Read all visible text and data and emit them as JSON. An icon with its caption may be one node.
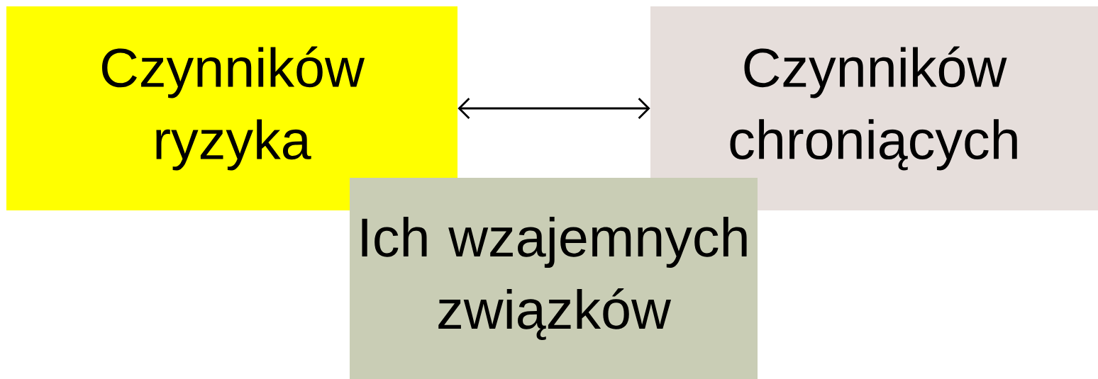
{
  "diagram": {
    "nodes": [
      {
        "text": [
          "Czynników ryzyka"
        ]
      },
      {
        "text": [
          "Czynników chroniących"
        ]
      },
      {
        "text": [
          "Ich wzajemnych związków"
        ]
      }
    ],
    "edges": [
      {
        "from": 0,
        "to": 1,
        "arrow": "both"
      }
    ]
  }
}
